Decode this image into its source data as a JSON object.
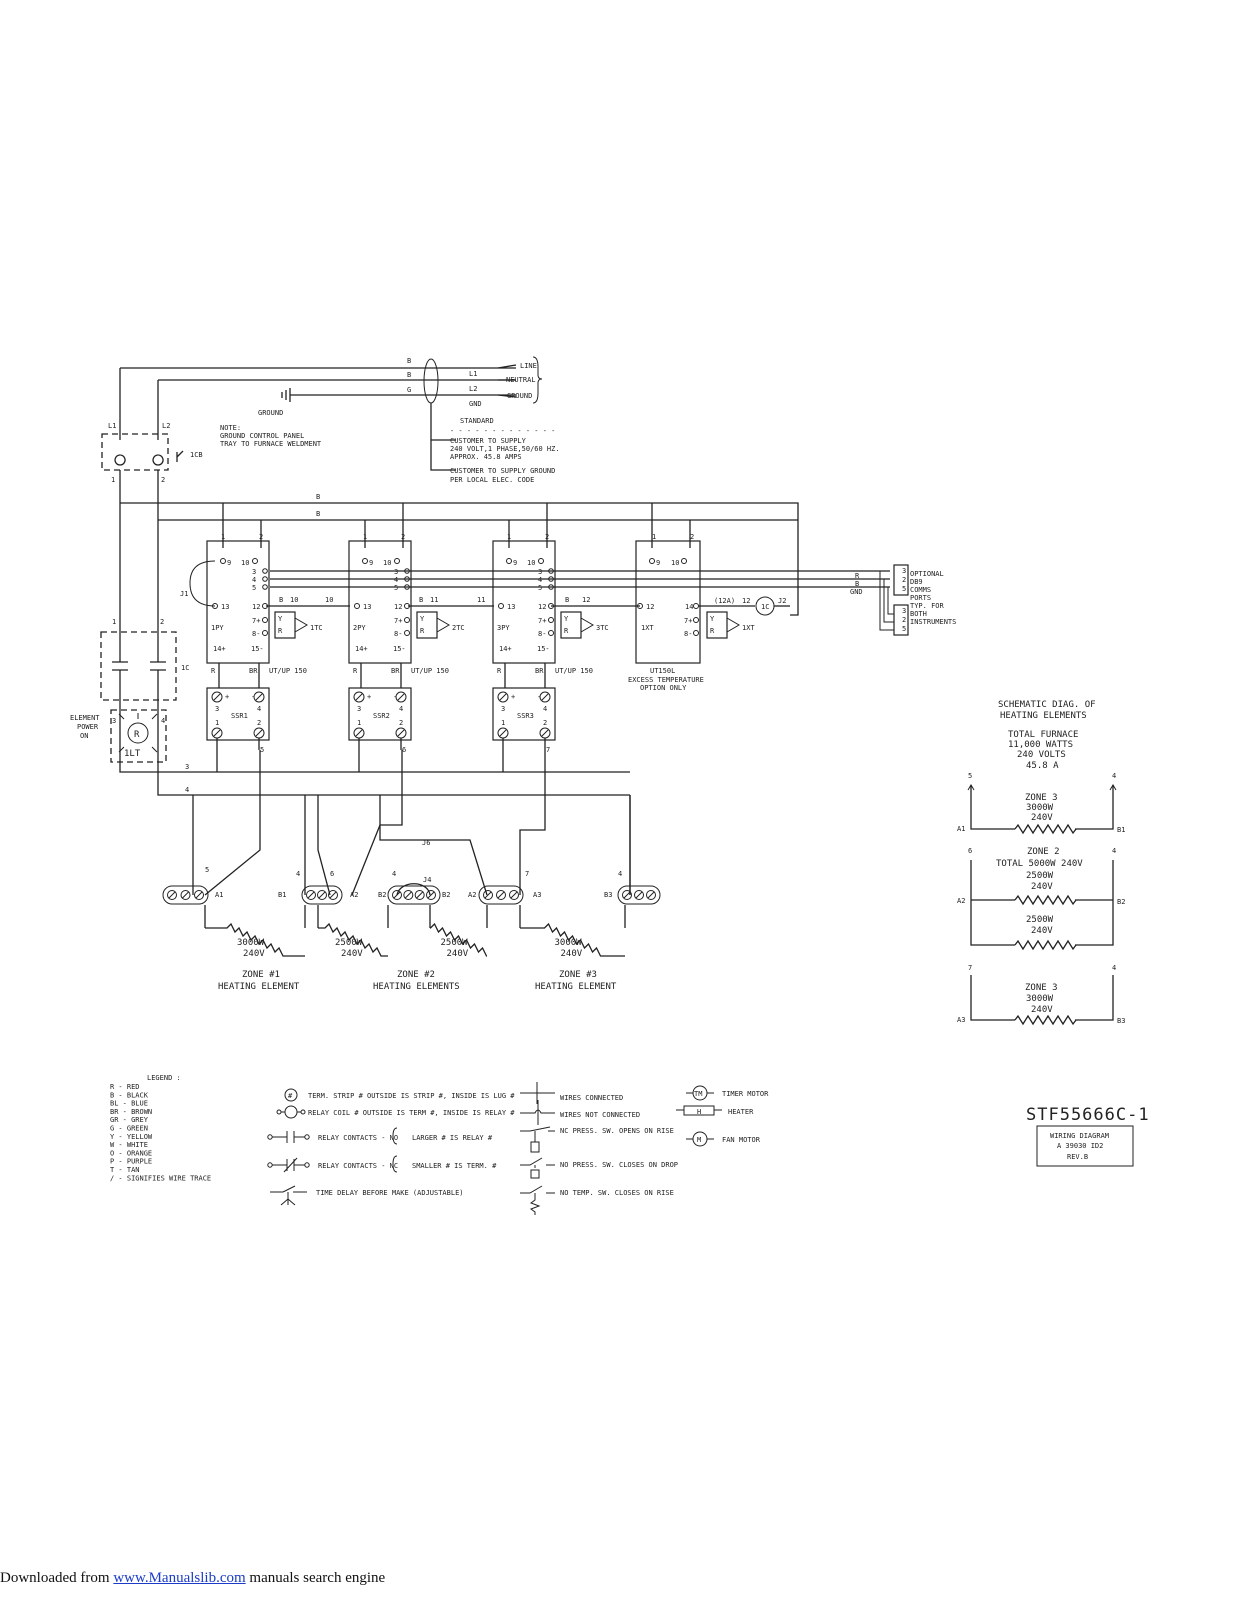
{
  "supply": {
    "wire_labels": [
      "B",
      "B",
      "G"
    ],
    "lines": [
      "LINE",
      "NEUTRAL",
      "GROUND"
    ],
    "line_tags": [
      "L1",
      "L2",
      "GND"
    ],
    "ground_label": "GROUND",
    "standard": "STANDARD",
    "standard_dashes": "- - - - - - - - - - - - -",
    "customer_supply": [
      "CUSTOMER TO SUPPLY",
      "240 VOLT,1 PHASE,50/60 HZ.",
      "APPROX. 45.8 AMPS"
    ],
    "customer_ground": [
      "CUSTOMER TO SUPPLY GROUND",
      "PER LOCAL ELEC. CODE"
    ]
  },
  "note": [
    "NOTE:",
    "GROUND CONTROL PANEL",
    "TRAY TO FURNACE WELDMENT"
  ],
  "breaker": {
    "l1": "L1",
    "l2": "L2",
    "label": "1CB",
    "t1": "1",
    "t2": "2"
  },
  "contactor": {
    "label": "1C",
    "t1": "1",
    "t2": "2",
    "t3": "3",
    "t4": "4"
  },
  "pilot_light": {
    "label": "1LT",
    "glyph": "R",
    "caption": [
      "ELEMENT",
      "POWER",
      "ON"
    ]
  },
  "bus_labels": {
    "b1": "B",
    "b2": "B"
  },
  "controllers": [
    {
      "name": "1PY",
      "tc": "1TC",
      "model": "UT/UP 150",
      "ssr": "SSR1",
      "out": "5"
    },
    {
      "name": "2PY",
      "tc": "2TC",
      "model": "UT/UP 150",
      "ssr": "SSR2",
      "out": "6"
    },
    {
      "name": "3PY",
      "tc": "3TC",
      "model": "UT/UP 150",
      "ssr": "SSR3",
      "out": "7"
    }
  ],
  "ctrl_terms": {
    "t1": "1",
    "t2": "2",
    "t9": "9",
    "t10": "10",
    "t3": "3",
    "t4": "4",
    "t5": "5",
    "t13": "13",
    "t12": "12",
    "t7": "7+",
    "t8": "8-",
    "t14": "14+",
    "t15": "15-",
    "r": "R",
    "br": "BR",
    "y": "Y",
    "jumper": "J1",
    "ssr_plus": "+",
    "ssr_minus": "-",
    "ssr_1": "1",
    "ssr_2": "2",
    "ssr_3": "3",
    "ssr_4": "4"
  },
  "inter_wire": [
    "B",
    "10",
    "10",
    "B",
    "11",
    "11",
    "B",
    "12",
    "12"
  ],
  "overtemp": {
    "name": "1XT",
    "tc": "1XT",
    "model": "UT150L",
    "option": [
      "EXCESS TEMPERATURE",
      "OPTION ONLY"
    ],
    "t14": "14",
    "t12a": "(12A)",
    "t12": "12",
    "j2": "J2",
    "coil": "1C"
  },
  "comms": {
    "r": "R",
    "b": "B",
    "gnd": "GND",
    "text": [
      "OPTIONAL",
      "DB9",
      "COMMS",
      "PORTS",
      "TYP. FOR",
      "BOTH",
      "INSTRUMENTS"
    ],
    "pins": [
      "3",
      "2",
      "5",
      "3",
      "2",
      "5"
    ]
  },
  "wires": {
    "w3": "3",
    "w4": "4",
    "w5": "5",
    "w4b": "4",
    "w6": "6",
    "w4c": "4",
    "w7": "7",
    "w4d": "4",
    "j4": "J4",
    "j6": "J6"
  },
  "elements": [
    {
      "left": "A1",
      "right": "B1",
      "watts": "3000W",
      "volts": "240V"
    },
    {
      "left": "A2",
      "right": "B2",
      "watts": "2500W",
      "volts": "240V"
    },
    {
      "left": "B2",
      "right": "A2",
      "watts": "2500W",
      "volts": "240V"
    },
    {
      "left": "A3",
      "right": "B3",
      "watts": "3000W",
      "volts": "240V"
    }
  ],
  "zones": [
    {
      "title": "ZONE #1",
      "sub": "HEATING ELEMENT"
    },
    {
      "title": "ZONE #2",
      "sub": "HEATING ELEMENTS"
    },
    {
      "title": "ZONE #3",
      "sub": "HEATING ELEMENT"
    }
  ],
  "schematic": {
    "title": [
      "SCHEMATIC DIAG. OF",
      "HEATING ELEMENTS"
    ],
    "total": [
      "TOTAL FURNACE",
      "11,000 WATTS",
      "240 VOLTS",
      "45.8 A"
    ],
    "z3a": {
      "l": "5",
      "r": "4",
      "name": "ZONE 3",
      "w": "3000W",
      "v": "240V",
      "a": "A1",
      "b": "B1"
    },
    "z2": {
      "l": "6",
      "r": "4",
      "name": "ZONE 2",
      "total": "TOTAL 5000W 240V",
      "w1": "2500W",
      "v1": "240V",
      "w2": "2500W",
      "v2": "240V",
      "a": "A2",
      "b": "B2"
    },
    "z3b": {
      "l": "7",
      "r": "4",
      "name": "ZONE 3",
      "w": "3000W",
      "v": "240V",
      "a": "A3",
      "b": "B3"
    }
  },
  "legend": {
    "title": "LEGEND :",
    "colors": [
      "R - RED",
      "B - BLACK",
      "BL - BLUE",
      "BR - BROWN",
      "GR - GREY",
      "G - GREEN",
      "Y - YELLOW",
      "W - WHITE",
      "O - ORANGE",
      "P - PURPLE",
      "T - TAN",
      "/ - SIGNIFIES WIRE TRACE"
    ],
    "symbols": [
      "TERM. STRIP # OUTSIDE IS STRIP #, INSIDE IS LUG #",
      "RELAY COIL # OUTSIDE IS TERM #, INSIDE IS RELAY #",
      "RELAY CONTACTS - NO",
      "RELAY CONTACTS - NC",
      "TIME DELAY BEFORE MAKE (ADJUSTABLE)"
    ],
    "relay_notes": [
      "LARGER # IS RELAY #",
      "SMALLER # IS TERM. #"
    ],
    "switches": [
      "WIRES CONNECTED",
      "WIRES NOT CONNECTED",
      "NC PRESS. SW. OPENS ON RISE",
      "NO PRESS. SW. CLOSES ON DROP",
      "NO TEMP. SW. CLOSES ON RISE"
    ],
    "devices": [
      "TIMER MOTOR",
      "HEATER",
      "FAN MOTOR"
    ],
    "device_glyphs": [
      "TM",
      "H",
      "M"
    ],
    "hash": "#"
  },
  "title_block": {
    "doc": "STF55666C-1",
    "lines": [
      "WIRING DIAGRAM",
      "A 39030 ID2",
      "REV.B"
    ]
  },
  "footer": {
    "prefix": "Downloaded from ",
    "link": "www.Manualslib.com",
    "suffix": " manuals search engine"
  }
}
